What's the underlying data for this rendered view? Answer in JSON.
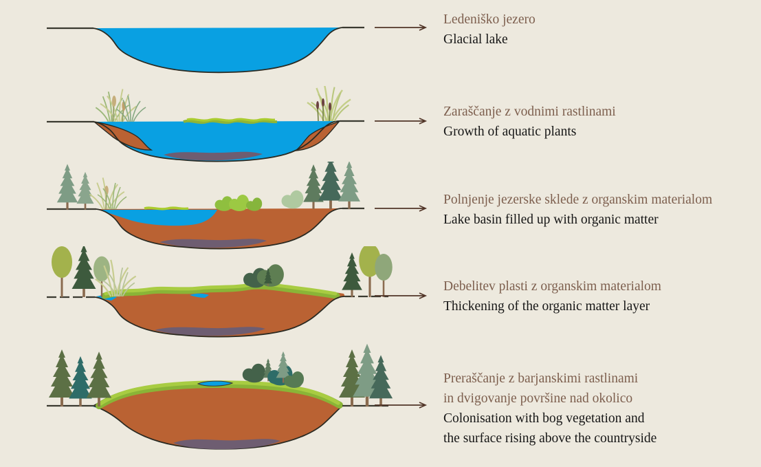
{
  "diagram_type": "bog-formation-stages",
  "stages": [
    {
      "label_sl": "Ledeniško jezero",
      "label_en": "Glacial lake",
      "illustration": "basin fully filled with water"
    },
    {
      "label_sl": "Zaraščanje z vodnimi rastlinami",
      "label_en": "Growth of aquatic plants",
      "illustration": "lake with floating algae, shore sediment wedges, reeds and cattails on banks"
    },
    {
      "label_sl": "Polnjenje jezerske sklede z organskim materialom",
      "label_en": "Lake basin filled up with organic matter",
      "illustration": "basin largely filled with organic matter, shrinking water body, conifers on banks"
    },
    {
      "label_sl": "Debelitev plasti z organskim materialom",
      "label_en": "Thickening of the organic matter layer",
      "illustration": "basin almost full, green vegetation carpet, small water pockets, trees on banks"
    },
    {
      "label_sl": "Preraščanje z barjanskimi rastlinami\nin dvigovanje površine nad okolico",
      "label_en": "Colonisation with bog vegetation and\nthe surface rising above the countryside",
      "illustration": "raised peat dome above surroundings with bog vegetation, small pond on top, conifers on banks"
    }
  ],
  "icons": {
    "arrow": "arrow-right-icon"
  },
  "colors": {
    "background": "#EDE9DE",
    "water": "#09A0E2",
    "organic_matter": "#BA6233",
    "bottom_sediment": "#6E5D71",
    "vegetation_carpet": "#A0C63E",
    "algae": "#AACC2F",
    "conifer_gray_green": "#7E9C85",
    "conifer_dark_olive": "#5C7045",
    "conifer_teal": "#2E6C68",
    "deciduous_olive": "#A3B24C",
    "shrub_dark": "#44624A",
    "reed_pale": "#C8CD90",
    "cattail_maroon": "#6B4140",
    "trunk": "#8A6B4F",
    "outline": "#2A2A22",
    "arrow": "#513528",
    "label_slovenian": "#7D5F4E",
    "label_english": "#161616"
  }
}
